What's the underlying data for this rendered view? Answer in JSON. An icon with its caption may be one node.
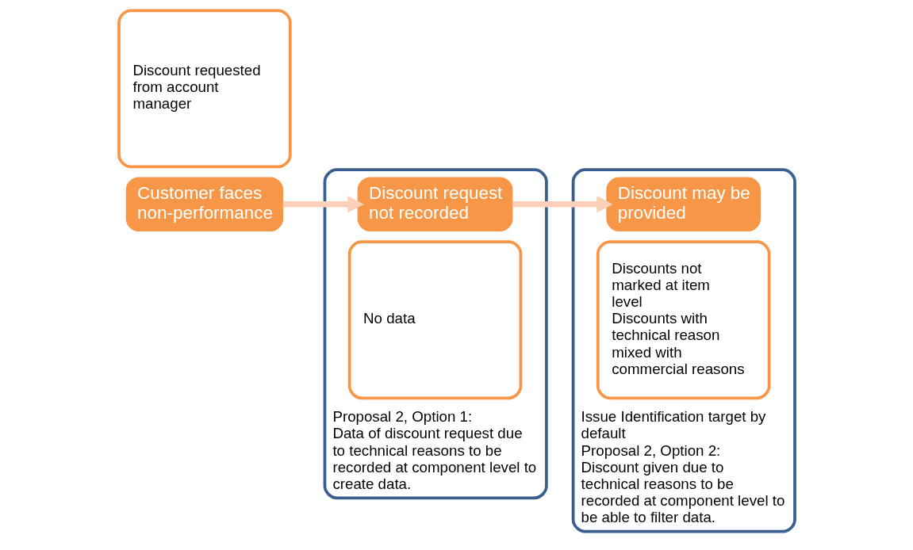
{
  "diagram": {
    "nodes": [
      {
        "text": [
          "Customer faces non-performance"
        ]
      },
      {
        "text": [
          "Discount requested from account manager"
        ]
      },
      {
        "text": [
          "Proposal 2, Option 1:",
          "Data of discount request due to technical reasons to be recorded at component level to create data."
        ]
      },
      {
        "text": [
          "Discount request not recorded"
        ],
        "in": 2
      },
      {
        "text": [
          "No data"
        ],
        "in": 2
      },
      {
        "text": [
          "Issue Identification target by default",
          "Proposal 2, Option 2:",
          "Discount given due to technical reasons to be recorded at component level to be able to filter data."
        ]
      },
      {
        "text": [
          "Discount may be provided"
        ],
        "in": 5
      },
      {
        "text": [
          "Discounts not marked at item level",
          "Discounts with technical reason mixed with commercial reasons"
        ],
        "in": 5
      }
    ],
    "edges": [
      {
        "from": 0,
        "to": 3,
        "arrow": "to"
      },
      {
        "from": 3,
        "to": 6,
        "arrow": "to"
      }
    ]
  }
}
